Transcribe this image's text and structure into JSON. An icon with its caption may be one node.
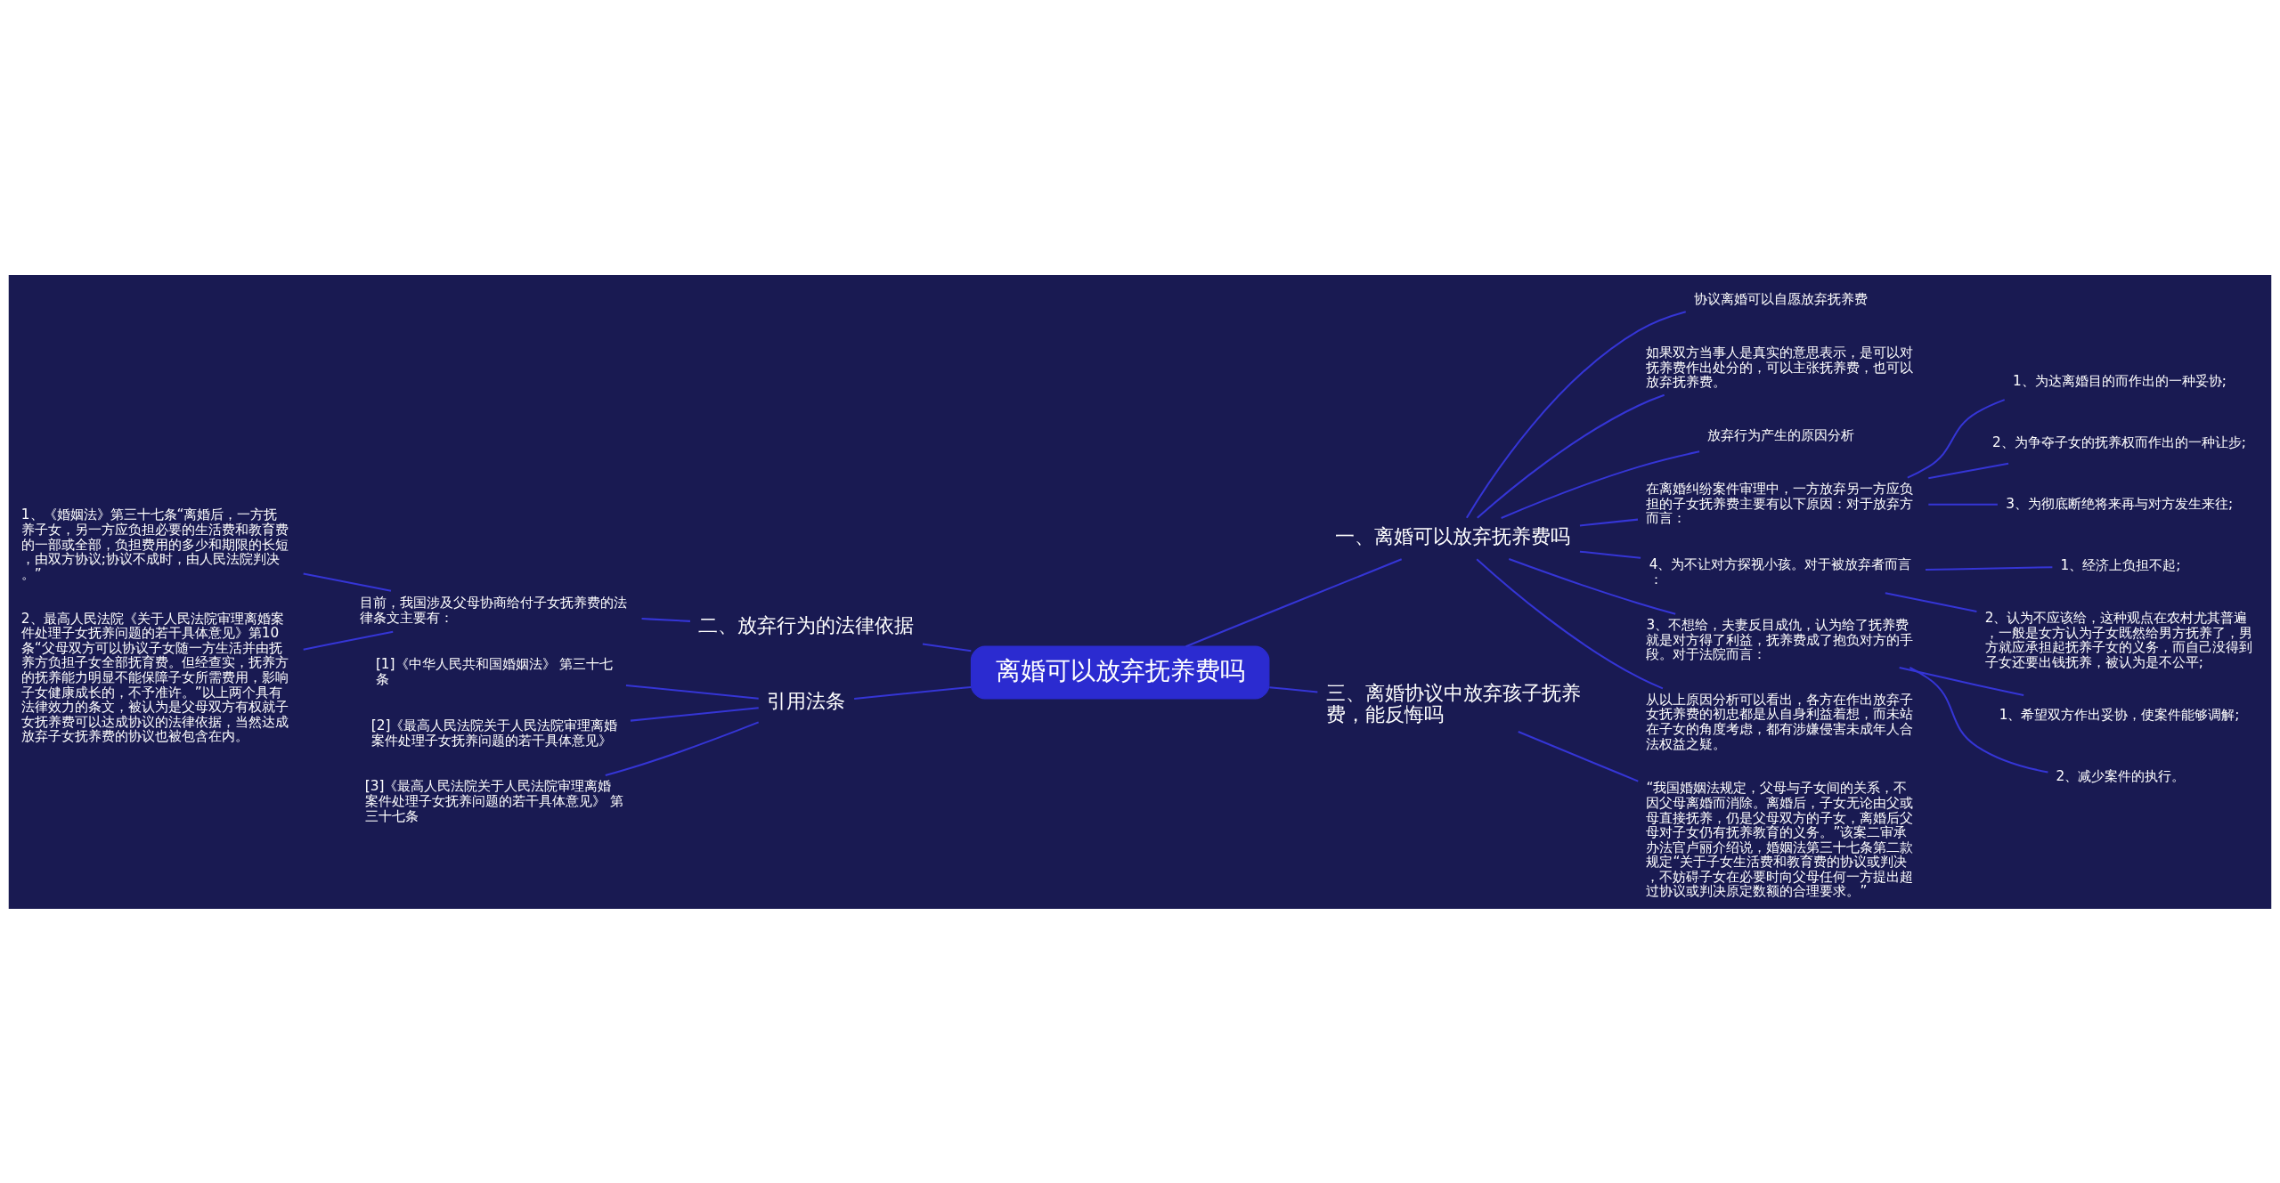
{
  "diagram": {
    "nodes": [
      {
        "text": [
          "离婚可以放弃抚养费吗"
        ]
      },
      {
        "text": [
          "一、离婚可以放弃抚养费吗"
        ]
      },
      {
        "text": [
          "协议离婚可以自愿放弃抚养费"
        ]
      },
      {
        "text": [
          "如果双方当事人是真实的意思表示，是可以对抚养费作出处分的，可以主张抚养费，也可以放弃抚养费。"
        ]
      },
      {
        "text": [
          "放弃行为产生的原因分析"
        ]
      },
      {
        "text": [
          "在离婚纠纷案件审理中，一方放弃另一方应负担的子女抚养费主要有以下原因：对于放弃方而言："
        ]
      },
      {
        "text": [
          "1、为达离婚目的而作出的一种妥协;"
        ]
      },
      {
        "text": [
          "2、为争夺子女的抚养权而作出的一种让步;"
        ]
      },
      {
        "text": [
          "3、为彻底断绝将来再与对方发生来往;"
        ]
      },
      {
        "text": [
          "4、为不让对方探视小孩。对于被放弃者而言："
        ]
      },
      {
        "text": [
          "1、经济上负担不起;"
        ]
      },
      {
        "text": [
          "2、认为不应该给，这种观点在农村尤其普遍，一般是女方认为子女既然给男方抚养了，男方就应承担起抚养子女的义务，而自己没得到子女还要出钱抚养，被认为是不公平;"
        ]
      },
      {
        "text": [
          "3、不想给，夫妻反目成仇，认为给了抚养费就是对方得了利益，抚养费成了抱负对方的手段。对于法院而言："
        ]
      },
      {
        "text": [
          "1、希望双方作出妥协，使案件能够调解;"
        ]
      },
      {
        "text": [
          "2、减少案件的执行。"
        ]
      },
      {
        "text": [
          "从以上原因分析可以看出，各方在作出放弃子女抚养费的初忠都是从自身利益着想，而未站在子女的角度考虑，都有涉嫌侵害未成年人合法权益之疑。"
        ]
      },
      {
        "text": [
          "二、放弃行为的法律依据"
        ]
      },
      {
        "text": [
          "目前，我国涉及父母协商给付子女抚养费的法律条文主要有："
        ]
      },
      {
        "text": [
          "1、《婚姻法》第三十七条“离婚后，一方抚养子女，另一方应负担必要的生活费和教育费的一部或全部，负担费用的多少和期限的长短，由双方协议;协议不成时，由人民法院判决。”"
        ]
      },
      {
        "text": [
          "2、最高人民法院《关于人民法院审理离婚案件处理子女抚养问题的若干具体意见》第10条“父母双方可以协议子女随一方生活并由抚养方负担子女全部抚育费。但经查实，抚养方的抚养能力明显不能保障子女所需费用，影响子女健康成长的，不予准许。”以上两个具有法律效力的条文，被认为是父母双方有权就子女抚养费可以达成协议的法律依据，当然达成放弃子女抚养费的协议也被包含在内。"
        ]
      },
      {
        "text": [
          "引用法条"
        ]
      },
      {
        "text": [
          "[1]《中华人民共和国婚姻法》 第三十七条"
        ]
      },
      {
        "text": [
          "[2]《最高人民法院关于人民法院审理离婚案件处理子女抚养问题的若干具体意见》"
        ]
      },
      {
        "text": [
          "[3]《最高人民法院关于人民法院审理离婚案件处理子女抚养问题的若干具体意见》 第三十七条"
        ]
      },
      {
        "text": [
          "三、离婚协议中放弃孩子抚养费，能反悔吗"
        ]
      },
      {
        "text": [
          "“我国婚姻法规定，父母与子女间的关系，不因父母离婚而消除。离婚后，子女无论由父或母直接抚养，仍是父母双方的子女，离婚后父母对子女仍有抚养教育的义务。”该案二审承办法官卢丽介绍说，婚姻法第三十七条第二款规定“关于子女生活费和教育费的协议或判决，不妨碍子女在必要时向父母任何一方提出超过协议或判决原定数额的合理要求。”"
        ]
      }
    ],
    "edges": [
      {
        "from": 0,
        "to": 1,
        "arrow": "none"
      },
      {
        "from": 1,
        "to": 2,
        "arrow": "none"
      },
      {
        "from": 1,
        "to": 3,
        "arrow": "none"
      },
      {
        "from": 1,
        "to": 4,
        "arrow": "none"
      },
      {
        "from": 1,
        "to": 5,
        "arrow": "none"
      },
      {
        "from": 5,
        "to": 6,
        "arrow": "none"
      },
      {
        "from": 5,
        "to": 7,
        "arrow": "none"
      },
      {
        "from": 5,
        "to": 8,
        "arrow": "none"
      },
      {
        "from": 1,
        "to": 9,
        "arrow": "none"
      },
      {
        "from": 9,
        "to": 10,
        "arrow": "none"
      },
      {
        "from": 9,
        "to": 11,
        "arrow": "none"
      },
      {
        "from": 1,
        "to": 12,
        "arrow": "none"
      },
      {
        "from": 12,
        "to": 13,
        "arrow": "none"
      },
      {
        "from": 12,
        "to": 14,
        "arrow": "none"
      },
      {
        "from": 1,
        "to": 15,
        "arrow": "none"
      },
      {
        "from": 0,
        "to": 16,
        "arrow": "none"
      },
      {
        "from": 16,
        "to": 17,
        "arrow": "none"
      },
      {
        "from": 17,
        "to": 18,
        "arrow": "none"
      },
      {
        "from": 17,
        "to": 19,
        "arrow": "none"
      },
      {
        "from": 0,
        "to": 20,
        "arrow": "none"
      },
      {
        "from": 20,
        "to": 21,
        "arrow": "none"
      },
      {
        "from": 20,
        "to": 22,
        "arrow": "none"
      },
      {
        "from": 20,
        "to": 23,
        "arrow": "none"
      },
      {
        "from": 0,
        "to": 24,
        "arrow": "none"
      },
      {
        "from": 24,
        "to": 25,
        "arrow": "none"
      }
    ]
  }
}
